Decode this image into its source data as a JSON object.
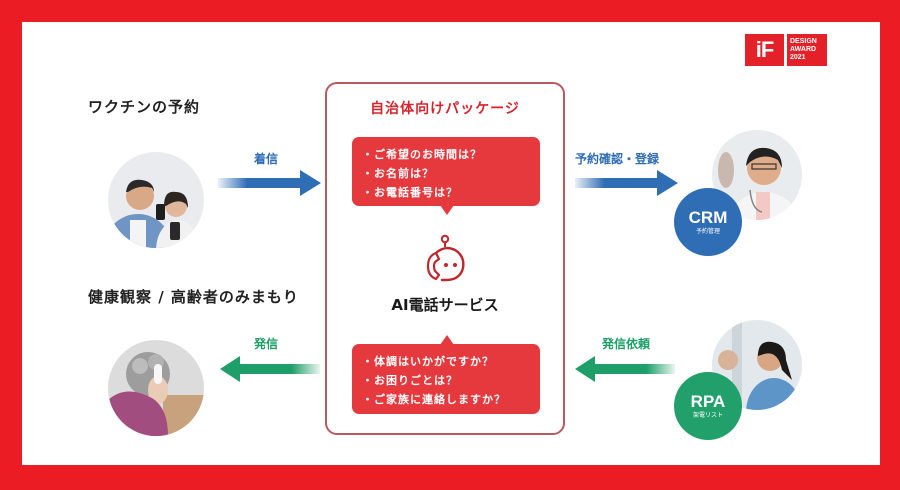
{
  "award": {
    "logo": "iF",
    "line1": "DESIGN",
    "line2": "AWARD",
    "line3": "2021"
  },
  "left": {
    "top_title": "ワクチンの予約",
    "bottom_title": "健康観察 / 高齢者のみまもり",
    "incoming_label": "着信",
    "outgoing_label": "発信"
  },
  "center": {
    "title": "自治体向けパッケージ",
    "top_questions": [
      "・ご希望のお時間は？",
      "・お名前は？",
      "・お電話番号は？"
    ],
    "service_name": "AI電話サービス",
    "bottom_questions": [
      "・体調はいかがですか？",
      "・お困りごとは？",
      "・ご家族に連絡しますか？"
    ]
  },
  "right": {
    "top_label": "予約確認・登録",
    "bottom_label": "発信依頼",
    "crm": {
      "title": "CRM",
      "subtitle": "予約管理"
    },
    "rpa": {
      "title": "RPA",
      "subtitle": "架電リスト"
    }
  },
  "colors": {
    "frame": "#ec1c24",
    "blue": "#2f6db5",
    "green": "#1e9e68",
    "accent": "#e5393e"
  }
}
